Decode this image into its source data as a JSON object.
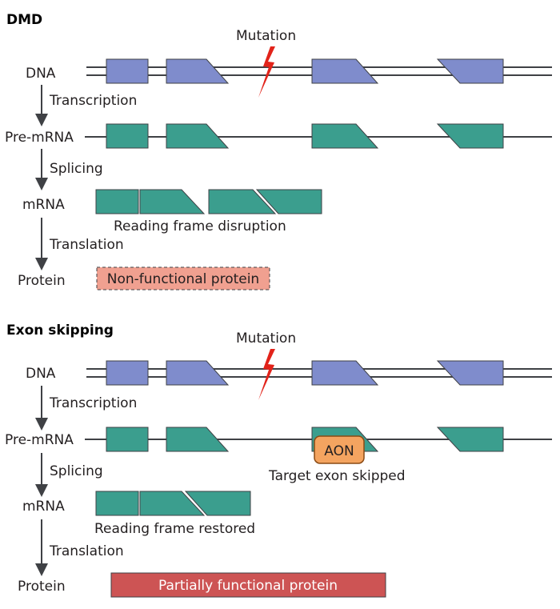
{
  "colors": {
    "exon_dna": "#7f8ccc",
    "exon_rna": "#3b9e8e",
    "strand": "#3f4145",
    "arrow": "#3f4145",
    "mutation": "#e2231a",
    "nonfunctional_fill": "#f0a090",
    "partial_fill": "#cd5454",
    "aon_fill": "#f4a460"
  },
  "panels": [
    {
      "title": "DMD",
      "mutation_label": "Mutation",
      "stages": {
        "dna": "DNA",
        "premrna": "Pre-mRNA",
        "mrna": "mRNA",
        "protein": "Protein"
      },
      "steps": {
        "transcription": "Transcription",
        "splicing": "Splicing",
        "translation": "Translation"
      },
      "mrna_note": "Reading frame disruption",
      "protein_label": "Non-functional protein"
    },
    {
      "title": "Exon skipping",
      "mutation_label": "Mutation",
      "stages": {
        "dna": "DNA",
        "premrna": "Pre-mRNA",
        "mrna": "mRNA",
        "protein": "Protein"
      },
      "steps": {
        "transcription": "Transcription",
        "splicing": "Splicing",
        "translation": "Translation"
      },
      "aon_label": "AON",
      "aon_note": "Target exon skipped",
      "mrna_note": "Reading frame restored",
      "protein_label": "Partially functional protein"
    }
  ]
}
